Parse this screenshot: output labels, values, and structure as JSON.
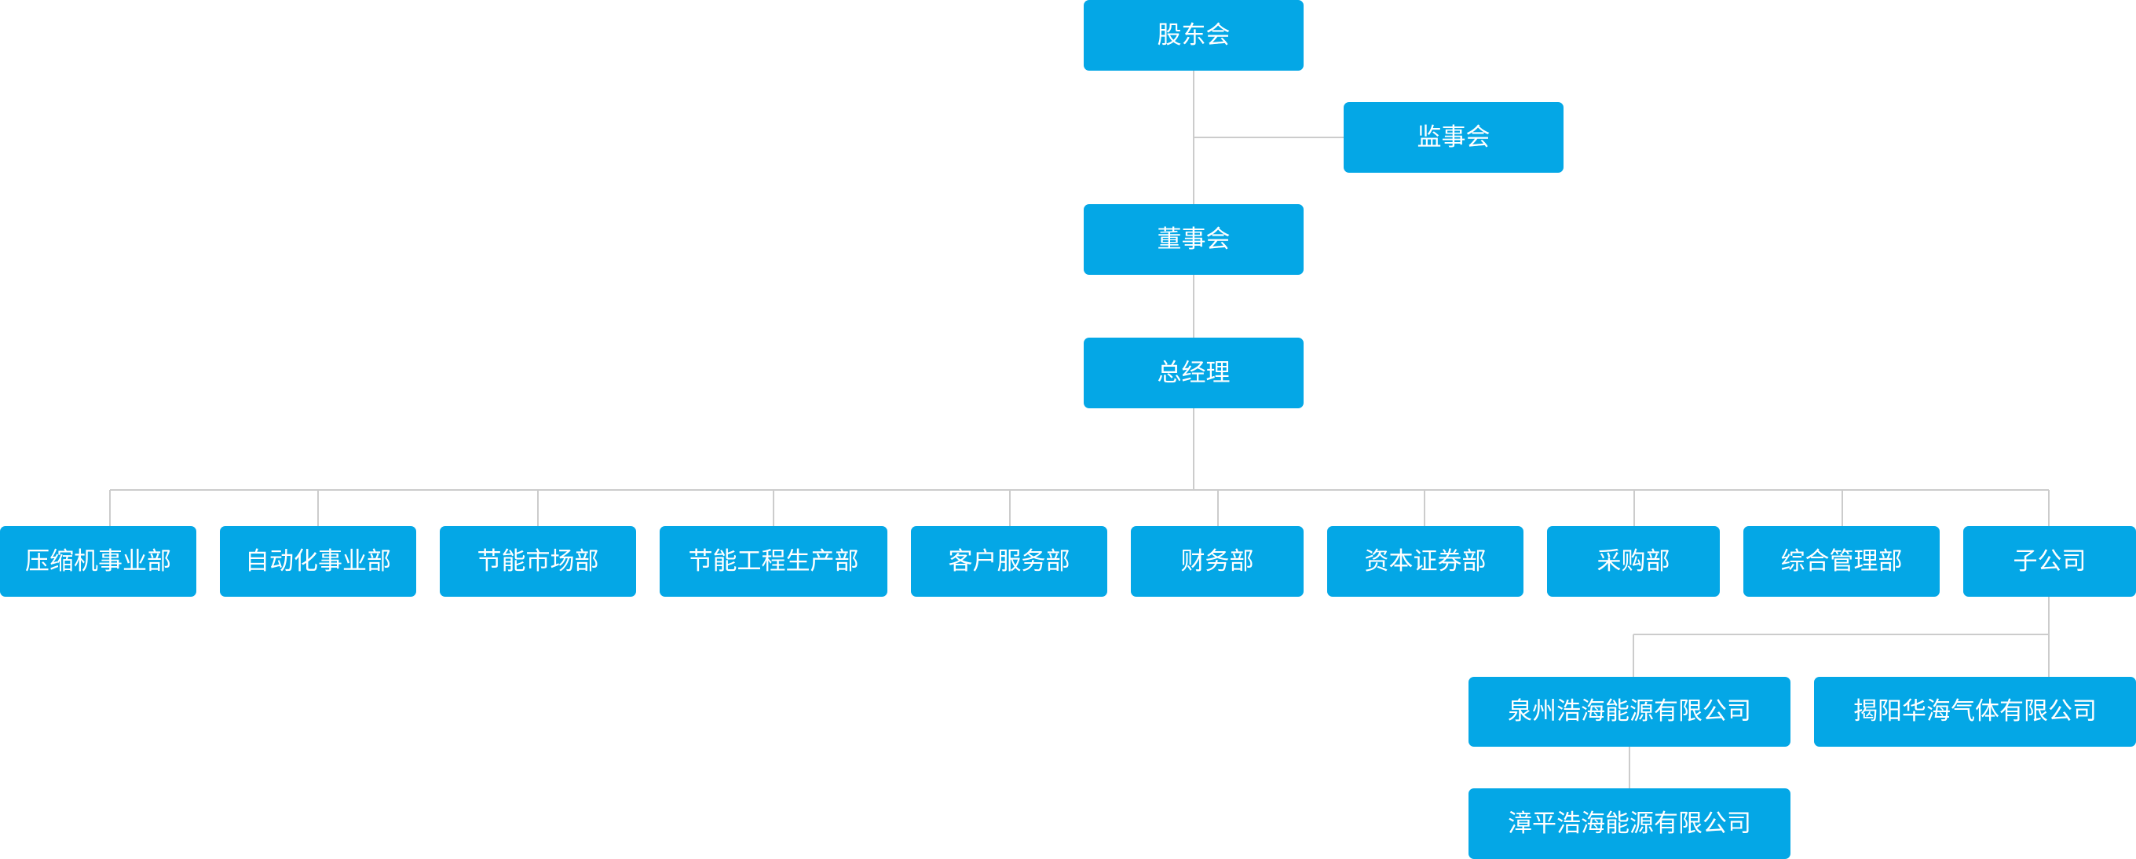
{
  "chart": {
    "colors": {
      "box": "#04a7e6",
      "text": "#ffffff",
      "connector": "#cccccc"
    },
    "nodes": {
      "shareholders": "股东会",
      "supervisors": "监事会",
      "board": "董事会",
      "general_manager": "总经理",
      "departments": [
        "压缩机事业部",
        "自动化事业部",
        "节能市场部",
        "节能工程生产部",
        "客户服务部",
        "财务部",
        "资本证券部",
        "采购部",
        "综合管理部",
        "子公司"
      ],
      "subsidiaries": [
        "泉州浩海能源有限公司",
        "揭阳华海气体有限公司",
        "漳平浩海能源有限公司"
      ]
    }
  }
}
